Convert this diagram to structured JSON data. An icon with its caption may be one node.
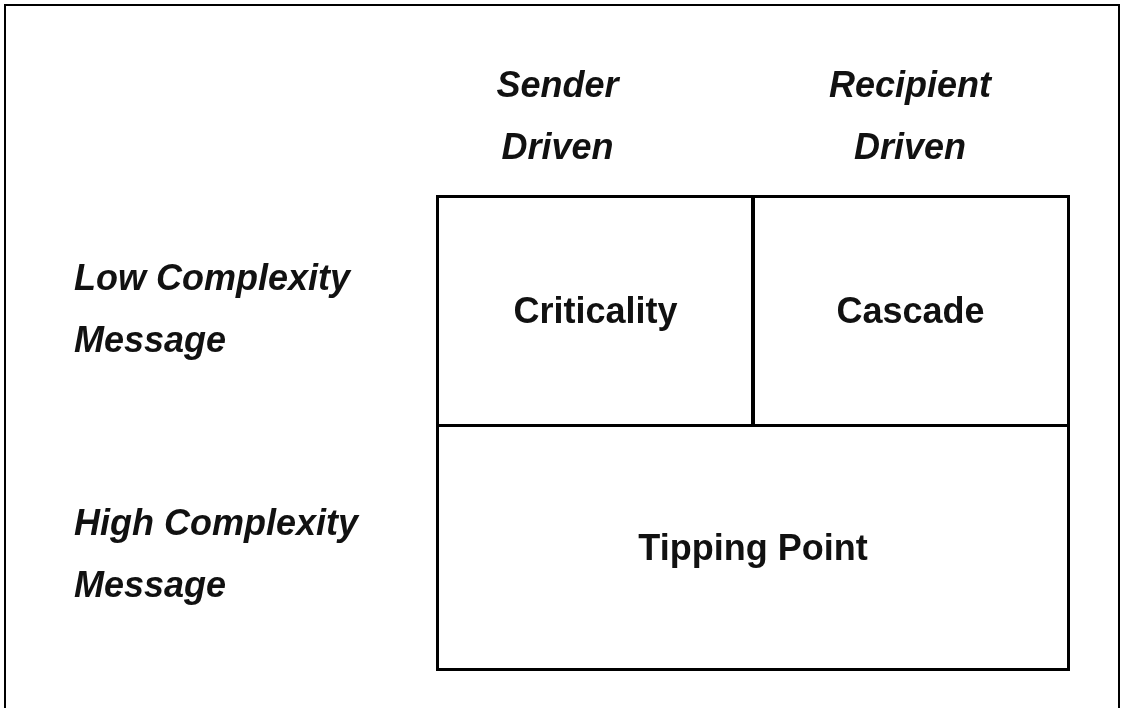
{
  "diagram": {
    "nodes": [
      {
        "text": [
          "Criticality"
        ]
      },
      {
        "text": [
          "Cascade"
        ]
      },
      {
        "text": [
          "Tipping Point"
        ]
      }
    ],
    "labels": [
      "Sender Driven",
      "Recipient Driven",
      "Low Complexity Message",
      "High Complexity Message"
    ]
  }
}
